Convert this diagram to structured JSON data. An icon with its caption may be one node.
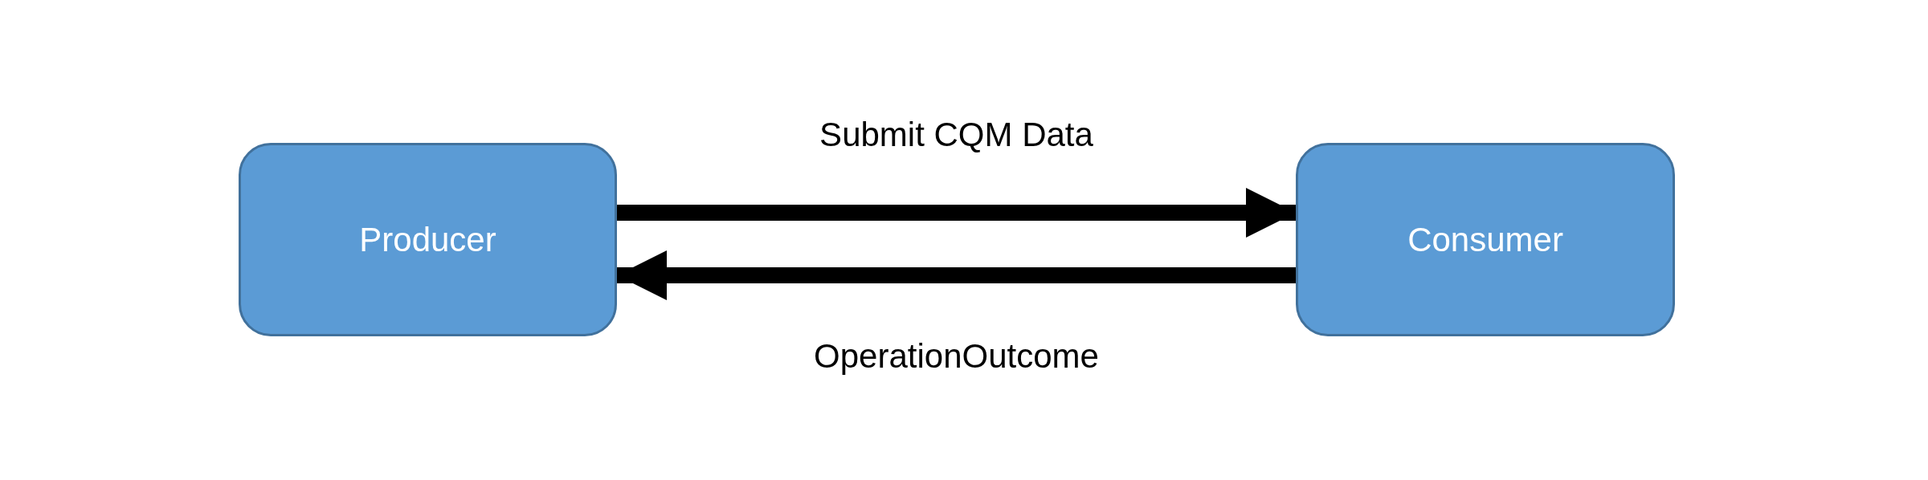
{
  "diagram": {
    "nodes": [
      {
        "text": [
          "Producer"
        ]
      },
      {
        "text": [
          "Consumer"
        ]
      }
    ],
    "edges": [
      {
        "from": 0,
        "to": 1,
        "arrow": "to",
        "label": "Submit CQM Data"
      },
      {
        "from": 1,
        "to": 0,
        "arrow": "to",
        "label": "OperationOutcome"
      }
    ]
  }
}
